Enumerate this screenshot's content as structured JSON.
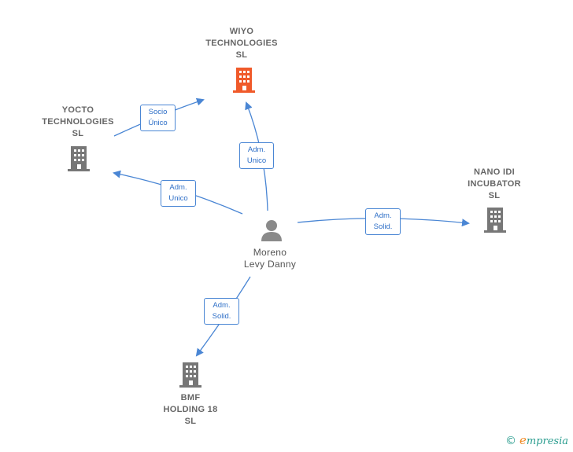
{
  "colors": {
    "edge": "#4a86d4",
    "highlight_building": "#f05a2a",
    "building": "#777777",
    "person": "#8a8a8a",
    "brand_text": "#2a9d8f",
    "brand_e": "#f08a24"
  },
  "nodes": {
    "wiyo": {
      "lines": [
        "WIYO",
        "TECHNOLOGIES",
        "SL"
      ],
      "icon": "building-icon"
    },
    "yocto": {
      "lines": [
        "YOCTO",
        "TECHNOLOGIES",
        "SL"
      ],
      "icon": "building-icon"
    },
    "nano": {
      "lines": [
        "NANO IDI",
        "INCUBATOR",
        "SL"
      ],
      "icon": "building-icon"
    },
    "bmf": {
      "lines": [
        "BMF",
        "HOLDING 18",
        "SL"
      ],
      "icon": "building-icon"
    },
    "person": {
      "lines": [
        "Moreno",
        "Levy Danny"
      ],
      "icon": "person-icon"
    }
  },
  "edges": {
    "yocto_wiyo": [
      "Socio",
      "Único"
    ],
    "person_wiyo": [
      "Adm.",
      "Unico"
    ],
    "person_yocto": [
      "Adm.",
      "Unico"
    ],
    "person_nano": [
      "Adm.",
      "Solid."
    ],
    "person_bmf": [
      "Adm.",
      "Solid."
    ]
  },
  "brand": {
    "symbol": "©",
    "initial": "e",
    "rest": "mpresia"
  }
}
